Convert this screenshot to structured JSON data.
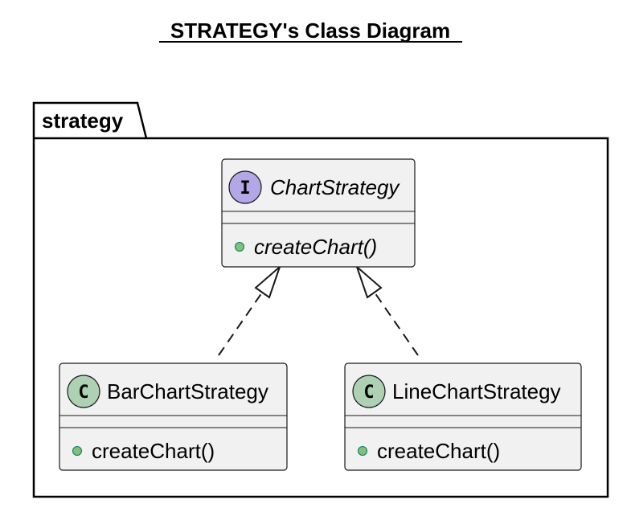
{
  "title": "STRATEGY's Class Diagram",
  "package": {
    "name": "strategy"
  },
  "classes": [
    {
      "kind": "interface",
      "kind_letter": "I",
      "name": "ChartStrategy",
      "methods": [
        "createChart()"
      ],
      "badge_color": "#b4a7e5"
    },
    {
      "kind": "class",
      "kind_letter": "C",
      "name": "BarChartStrategy",
      "methods": [
        "createChart()"
      ],
      "badge_color": "#add1b2"
    },
    {
      "kind": "class",
      "kind_letter": "C",
      "name": "LineChartStrategy",
      "methods": [
        "createChart()"
      ],
      "badge_color": "#add1b2"
    }
  ],
  "relations": [
    {
      "from": "BarChartStrategy",
      "to": "ChartStrategy",
      "type": "realization"
    },
    {
      "from": "LineChartStrategy",
      "to": "ChartStrategy",
      "type": "realization"
    }
  ],
  "colors": {
    "class_fill": "#f1f1f1",
    "border": "#181818",
    "visibility_public": "#84be84"
  }
}
